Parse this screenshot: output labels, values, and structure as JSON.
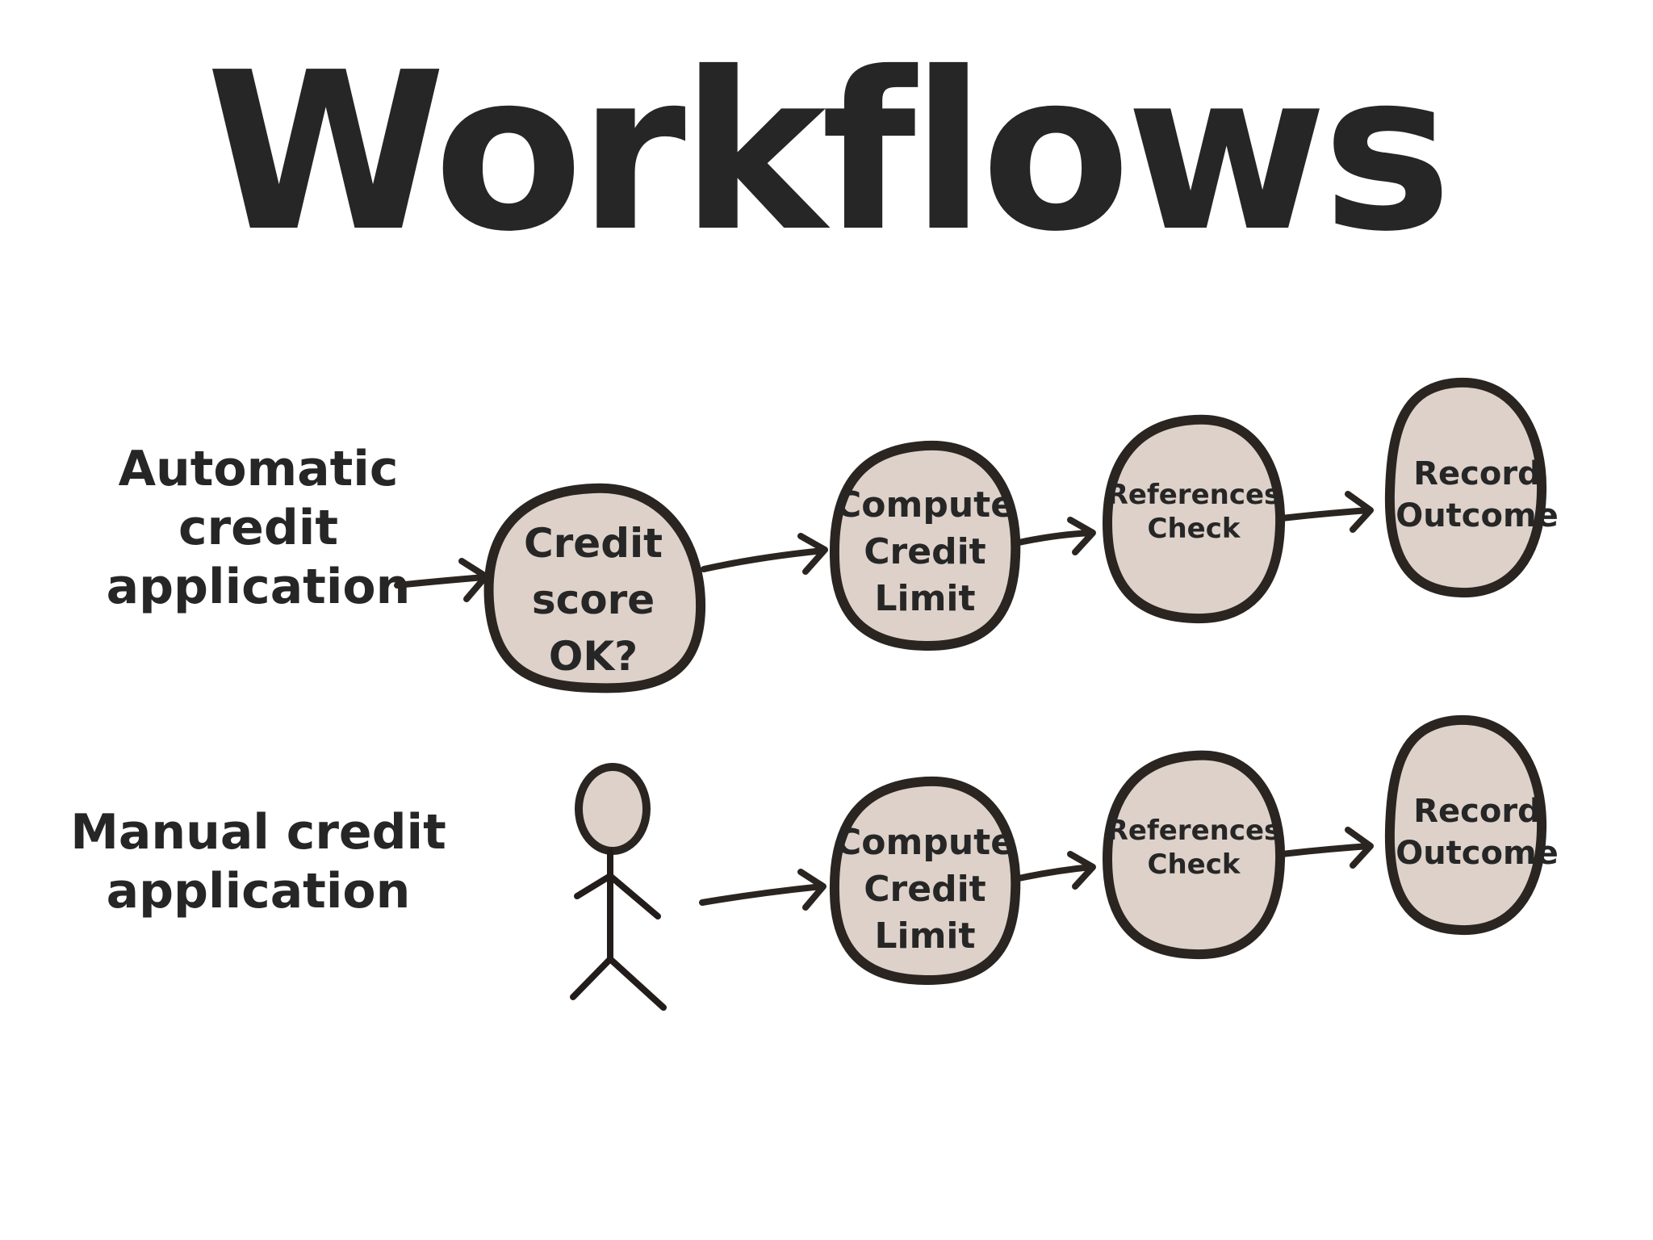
{
  "title": "Workflows",
  "rows": [
    {
      "label_lines": [
        "Automatic credit",
        "application"
      ],
      "steps": [
        {
          "lines": [
            "Credit",
            "score",
            "OK?"
          ]
        },
        {
          "lines": [
            "Compute",
            "Credit",
            "Limit"
          ]
        },
        {
          "lines": [
            "References",
            "Check"
          ]
        },
        {
          "lines": [
            "Record",
            "Outcome"
          ]
        }
      ]
    },
    {
      "label_lines": [
        "Manual credit",
        "application"
      ],
      "steps": [
        {
          "lines": [
            "Compute",
            "Credit",
            "Limit"
          ]
        },
        {
          "lines": [
            "References",
            "Check"
          ]
        },
        {
          "lines": [
            "Record",
            "Outcome"
          ]
        }
      ]
    }
  ],
  "colors": {
    "node_fill": "#ddd1c9",
    "stroke": "#2a2521",
    "text": "#262626"
  },
  "icons": {
    "start_actor": "stick-figure-icon"
  }
}
